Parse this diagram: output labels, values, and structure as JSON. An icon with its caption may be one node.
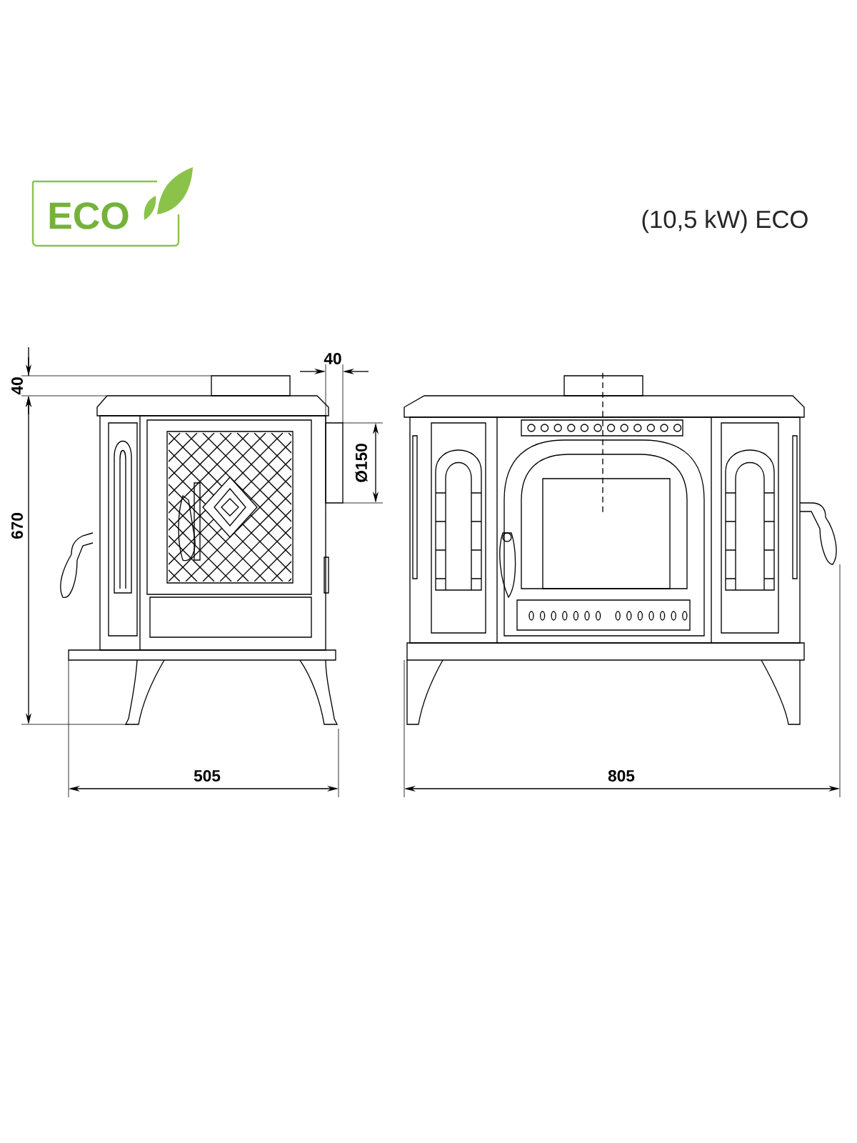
{
  "diagram": {
    "title": "(10,5 kW) ECO",
    "labels": [
      "ECO",
      "40",
      "40",
      "Ø150",
      "670",
      "505",
      "805"
    ]
  }
}
